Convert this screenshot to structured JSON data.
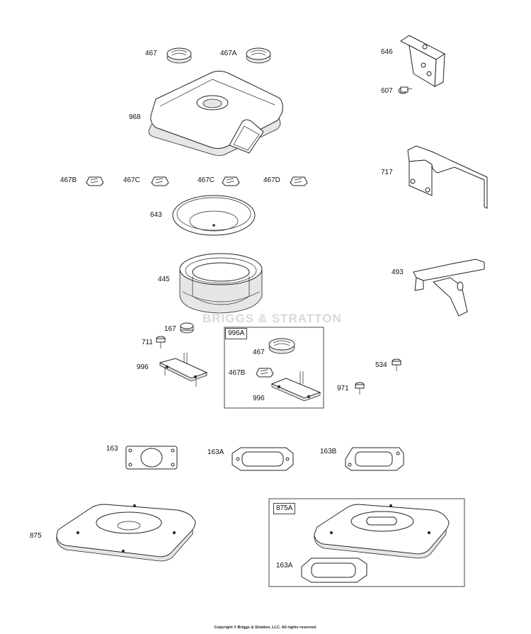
{
  "parts": {
    "p467_top": "467",
    "p467A": "467A",
    "p646": "646",
    "p607": "607",
    "p968": "968",
    "p467B_top": "467B",
    "p467C_a": "467C",
    "p467C_b": "467C",
    "p467D": "467D",
    "p717": "717",
    "p643": "643",
    "p445": "445",
    "p493": "493",
    "p167": "167",
    "p711": "711",
    "p996_left": "996",
    "p534": "534",
    "p971": "971",
    "p163": "163",
    "p163A_top": "163A",
    "p163B": "163B",
    "p875": "875",
    "p163A_box": "163A"
  },
  "kit996A": {
    "title": "996A",
    "p467": "467",
    "p467B": "467B",
    "p996": "996"
  },
  "kit875A": {
    "title": "875A"
  },
  "watermark": "BRIGGS & STRATTON",
  "copyright": "Copyright © Briggs & Stratton, LLC. All rights reserved."
}
